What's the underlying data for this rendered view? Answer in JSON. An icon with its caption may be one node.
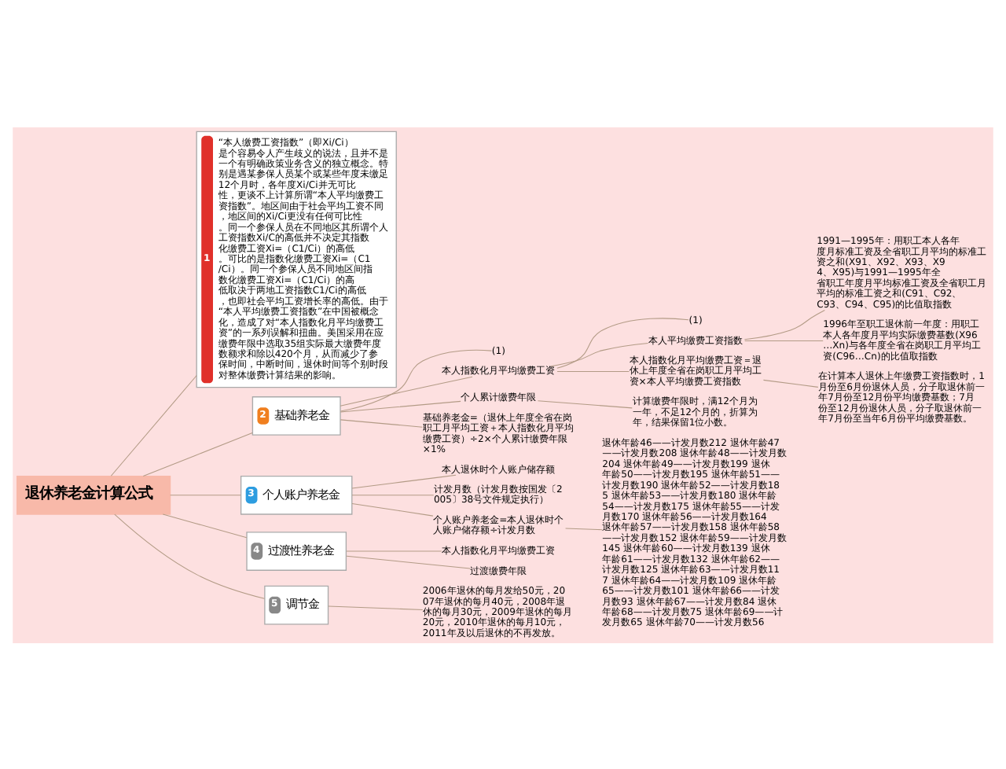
{
  "diagram": {
    "nodes": [
      {
        "text": [
          "退休养老金计算公式"
        ]
      },
      {
        "text": [
          "1",
          "“本人缴费工资指数”（即Xi/Ci）是个容易令人产生歧义的说法，且并不是一个有明确政策业务含义的独立概念。特别是遇某参保人员某个或某些年度未缴足12个月时，各年度Xi/Ci并无可比性，更谈不上计算所谓“本人平均缴费工资指数”。地区间由于社会平均工资不同，地区间的Xi/Ci更没有任何可比性。同一个参保人员在不同地区其所谓个人工资指数Xi/C的高低并不决定其指数化缴费工资Xi=（C1/Ci）的高低。可比的是指数化缴费工资Xi=（C1/Ci）。同一个参保人员不同地区间指数化缴费工资Xi=（C1/Ci）的高低取决于两地工资指数C1/Ci的高低，也即社会平均工资增长率的高低。由于“本人平均缴费工资指数”在中国被概念化，造成了对“本人指数化月平均缴费工资”的一系列误解和扭曲。美国采用在应缴费年限中选取35组实际最大缴费年度数额求和除以420个月，从而减少了参保时间，中断时间，退休时间等个别时段对整体缴费计算结果的影响。"
        ]
      },
      {
        "text": [
          "2",
          "基础养老金"
        ]
      },
      {
        "text": [
          "(1)"
        ]
      },
      {
        "text": [
          "本人指数化月平均缴费工资"
        ]
      },
      {
        "text": [
          "(1)"
        ]
      },
      {
        "text": [
          "本人平均缴费工资指数"
        ]
      },
      {
        "text": [
          "1991—1995年：用职工本人各年度月标准工资及全省职工月平均的标准工资之和(X91、X92、X93、X94、X95)与1991—1995年全省职工年度月平均标准工资及全省职工月平均的标准工资之和(C91、C92、C93、C94、C95)的比值取指数"
        ]
      },
      {
        "text": [
          "1996年至职工退休前一年度：用职工本人各年度月平均实际缴费基数(X96…Xn)与各年度全省在岗职工月平均工资(C96…Cn)的比值取指数"
        ]
      },
      {
        "text": [
          "本人指数化月平均缴费工资＝退休上年度全省在岗职工月平均工资×本人平均缴费工资指数"
        ]
      },
      {
        "text": [
          "在计算本人退休上年缴费工资指数时，1月份至6月份退休人员，分子取退休前一年7月份至12月份平均缴费基数；7月份至12月份退休人员，分子取退休前一年7月份至当年6月份平均缴费基数。"
        ]
      },
      {
        "text": [
          "个人累计缴费年限"
        ]
      },
      {
        "text": [
          "计算缴费年限时，满12个月为一年，不足12个月的，折算为年，结果保留1位小数。"
        ]
      },
      {
        "text": [
          "基础养老金=（退休上年度全省在岗职工月平均工资＋本人指数化月平均缴费工资）÷2×个人累计缴费年限×1%"
        ]
      },
      {
        "text": [
          "3",
          "个人账户养老金"
        ]
      },
      {
        "text": [
          "本人退休时个人账户储存额"
        ]
      },
      {
        "text": [
          "计发月数（计发月数按国发〔2005〕38号文件规定执行）"
        ]
      },
      {
        "text": [
          "个人账户养老金=本人退休时个人账户储存额÷计发月数"
        ]
      },
      {
        "text": [
          "退休年龄46——计发月数212 退休年龄47——计发月数208 退休年龄48——计发月数204 退休年龄49——计发月数199 退休年龄50——计发月数195 退休年龄51——计发月数190 退休年龄52——计发月数185 退休年龄53——计发月数180 退休年龄54——计发月数175 退休年龄55——计发月数170 退休年龄56——计发月数164 退休年龄57——计发月数158 退休年龄58——计发月数152 退休年龄59——计发月数145 退休年龄60——计发月数139 退休年龄61——计发月数132 退休年龄62——计发月数125 退休年龄63——计发月数117 退休年龄64——计发月数109 退休年龄65——计发月数101 退休年龄66——计发月数93 退休年龄67——计发月数84 退休年龄68——计发月数75 退休年龄69——计发月数65 退休年龄70——计发月数56"
        ]
      },
      {
        "text": [
          "4",
          "过渡性养老金"
        ]
      },
      {
        "text": [
          "本人指数化月平均缴费工资"
        ]
      },
      {
        "text": [
          "过渡缴费年限"
        ]
      },
      {
        "text": [
          "5",
          "调节金"
        ]
      },
      {
        "text": [
          "2006年退休的每月发给50元，2007年退休的每月40元，2008年退休的每月30元，2009年退休的每月20元，2010年退休的每月10元，2011年及以后退休的不再发放。"
        ]
      }
    ],
    "edges": [
      {
        "from": 0,
        "to": 1,
        "arrow": "none"
      },
      {
        "from": 0,
        "to": 2,
        "arrow": "none"
      },
      {
        "from": 0,
        "to": 14,
        "arrow": "none"
      },
      {
        "from": 0,
        "to": 19,
        "arrow": "none"
      },
      {
        "from": 0,
        "to": 22,
        "arrow": "none"
      },
      {
        "from": 2,
        "to": 3,
        "arrow": "none"
      },
      {
        "from": 2,
        "to": 4,
        "arrow": "none"
      },
      {
        "from": 2,
        "to": 11,
        "arrow": "none"
      },
      {
        "from": 2,
        "to": 13,
        "arrow": "none"
      },
      {
        "from": 4,
        "to": 5,
        "arrow": "none"
      },
      {
        "from": 4,
        "to": 6,
        "arrow": "none"
      },
      {
        "from": 4,
        "to": 9,
        "arrow": "none"
      },
      {
        "from": 6,
        "to": 7,
        "arrow": "none"
      },
      {
        "from": 6,
        "to": 8,
        "arrow": "none"
      },
      {
        "from": 9,
        "to": 10,
        "arrow": "none"
      },
      {
        "from": 11,
        "to": 12,
        "arrow": "none"
      },
      {
        "from": 14,
        "to": 15,
        "arrow": "none"
      },
      {
        "from": 14,
        "to": 16,
        "arrow": "none"
      },
      {
        "from": 14,
        "to": 17,
        "arrow": "none"
      },
      {
        "from": 17,
        "to": 18,
        "arrow": "none"
      },
      {
        "from": 19,
        "to": 20,
        "arrow": "none"
      },
      {
        "from": 19,
        "to": 21,
        "arrow": "none"
      },
      {
        "from": 22,
        "to": 23,
        "arrow": "none"
      }
    ]
  }
}
